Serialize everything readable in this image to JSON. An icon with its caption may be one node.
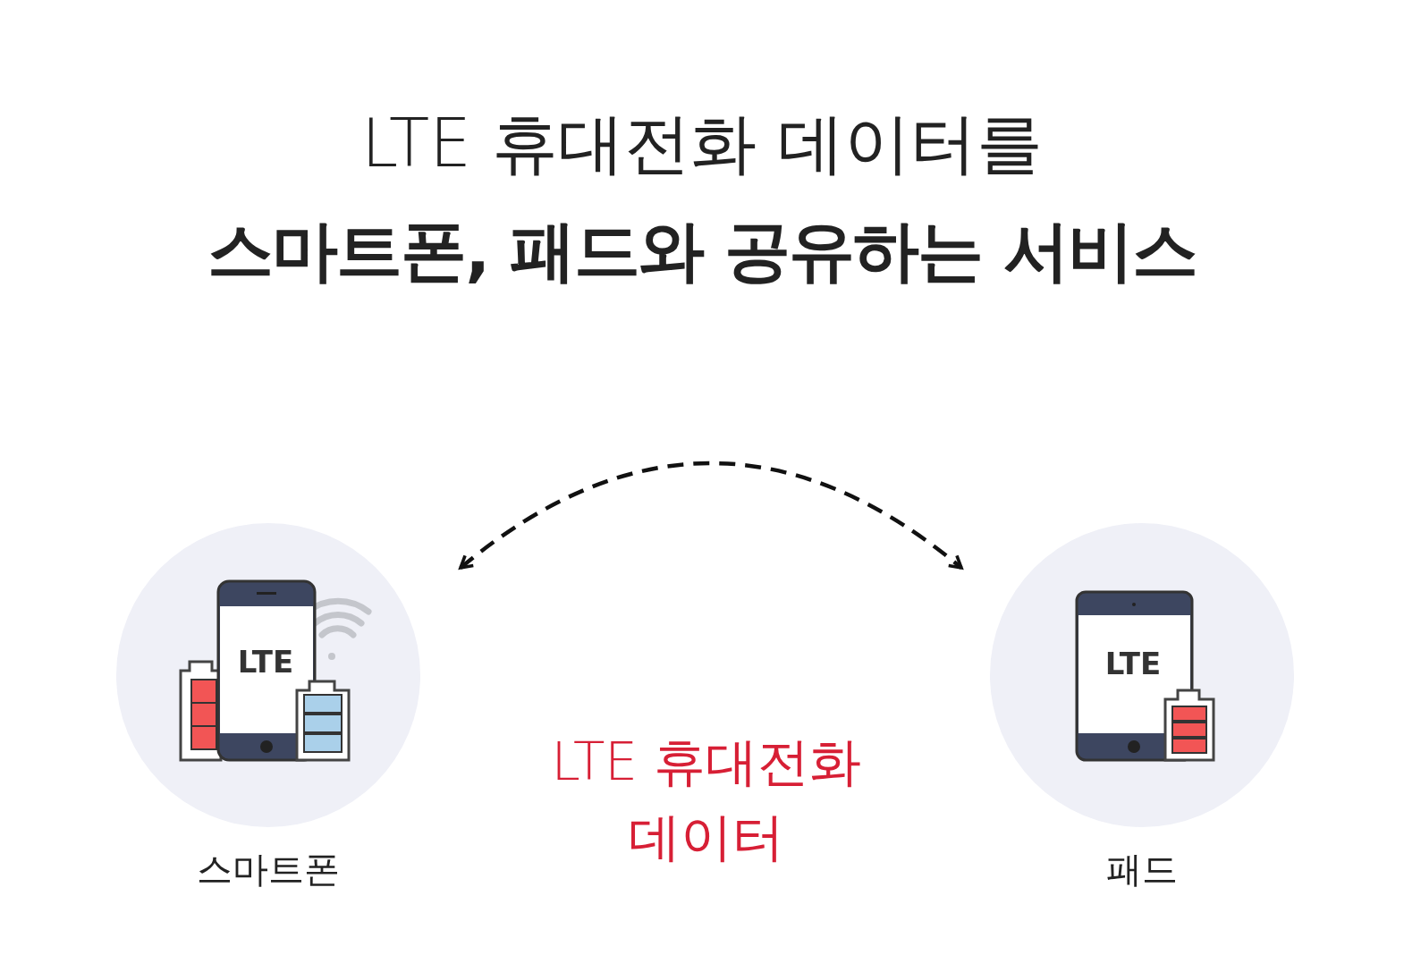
{
  "diagram": {
    "title": "LTE 휴대전화 데이터를 **스마트폰, 패드와 공유하는 서비스**",
    "nodes": [
      {
        "text": [
          "LTE",
          "스마트폰"
        ]
      },
      {
        "text": [
          "LTE",
          "패드"
        ]
      }
    ],
    "edges": [
      {
        "from": 0,
        "to": 1,
        "arrow": "both",
        "style": "dashed"
      }
    ],
    "labels": [
      "LTE 휴대전화 데이터"
    ]
  }
}
